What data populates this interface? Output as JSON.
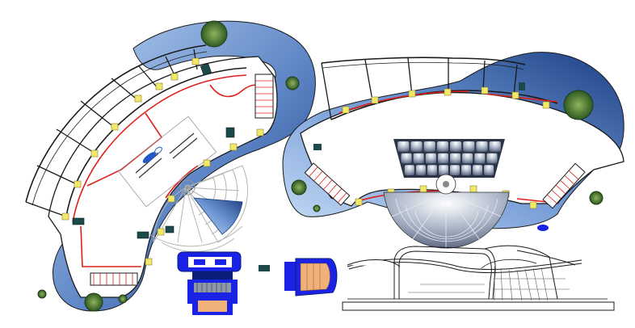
{
  "drawing": {
    "kind": "architectural site plan",
    "views": [
      "left-wing-plan",
      "right-wing-plan",
      "auditorium-seating",
      "elevation-view",
      "small-plan-blue",
      "small-plan-orange"
    ]
  },
  "colors": {
    "background": "#ffffff",
    "blue_light": "#9cc0ec",
    "blue_dark": "#123a7a",
    "wall": "#1a1a1a",
    "red_line": "#e0201c",
    "yellow_marker": "#f2e86a",
    "tree_green": "#5d8a3a",
    "tree_dark": "#2f5a22",
    "equip_teal": "#1c4a4a",
    "seat_grey": "#8e9aac",
    "plan_blue": "#1a22e6",
    "plan_orange": "#f0b07a",
    "plan_navy": "#0a1f7a"
  },
  "icons": [
    "tree-icon",
    "column-marker-icon",
    "equipment-icon",
    "seat-icon",
    "car-icon"
  ]
}
